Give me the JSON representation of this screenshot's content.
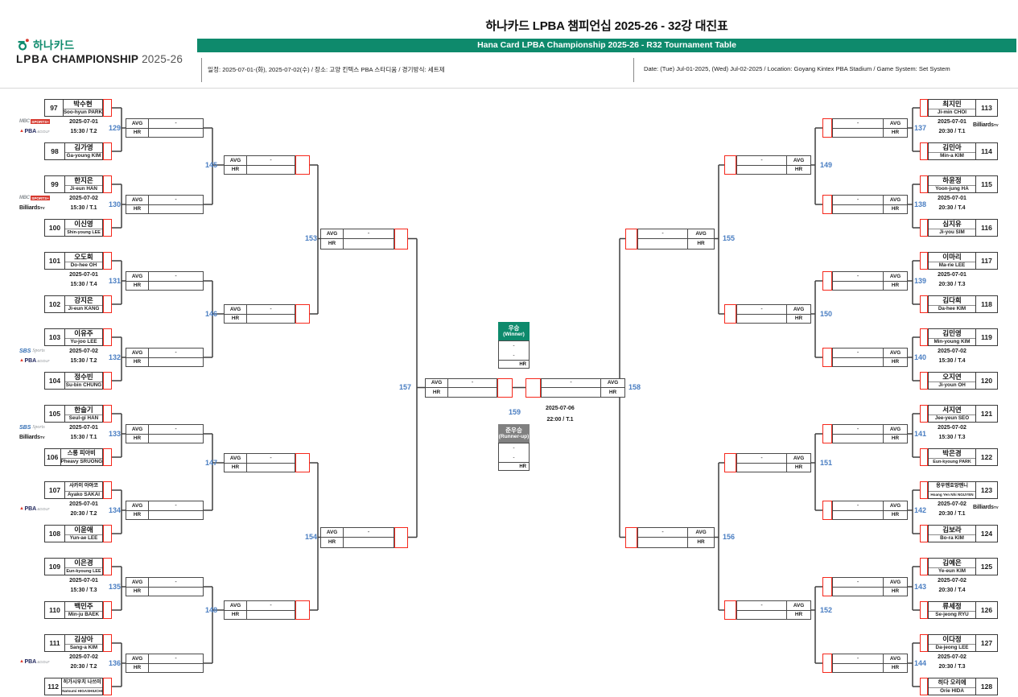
{
  "header": {
    "title_ko": "하나카드 LPBA 챔피언십 2025-26 - 32강 대진표",
    "title_en": "Hana Card LPBA Championship 2025-26 - R32 Tournament Table",
    "info_ko": "일정: 2025-07-01-(화), 2025-07-02(수) / 장소: 고양 킨텍스 PBA 스타디움 / 경기방식: 세트제",
    "info_en": "Date: (Tue) Jul-01-2025, (Wed) Jul-02-2025 / Location: Goyang Kintex PBA Stadium / Game System: Set System",
    "logo": {
      "brand": "하나카드",
      "line2_a": "LPBA",
      "line2_b": "CHAMPIONSHIP",
      "line2_c": "2025-26"
    }
  },
  "labels": {
    "avg": "AVG",
    "hr": "HR",
    "dash": "-"
  },
  "colors": {
    "green": "#0e8a6c",
    "gray": "#808080",
    "blue": "#4a7ec2",
    "red": "#f5281c",
    "mbc_red": "#d6392f",
    "sbs_blue": "#2f6cb3",
    "pba_navy": "#20265c"
  },
  "tv": {
    "mbc": {
      "name": "MBC SPORTS+",
      "p1": "MBC",
      "p2": "SPORTS+"
    },
    "pba": {
      "name": "PBA & GOLF",
      "p1": "PBA",
      "p2": "&GOLF"
    },
    "sbs": {
      "name": "SBS Sports",
      "p1": "SBS",
      "p2": "Sports"
    },
    "btv": {
      "name": "Billiards TV",
      "p1": "Billiards",
      "p2": "TV"
    }
  },
  "bracket": {
    "left_r32": [
      {
        "no": "129",
        "date": "2025-07-01",
        "time": "15:30 / T.2",
        "tv": [
          "mbc",
          "pba"
        ],
        "p1": {
          "no": "97",
          "ko": "박수현",
          "en": "Soo-hyun PARK"
        },
        "p2": {
          "no": "98",
          "ko": "김가영",
          "en": "Ga-young KIM"
        }
      },
      {
        "no": "130",
        "date": "2025-07-02",
        "time": "15:30 / T.1",
        "tv": [
          "mbc",
          "btv"
        ],
        "p1": {
          "no": "99",
          "ko": "한지은",
          "en": "Ji-eun HAN"
        },
        "p2": {
          "no": "100",
          "ko": "이신영",
          "en": "Shin-young LEE"
        }
      },
      {
        "no": "131",
        "date": "2025-07-01",
        "time": "15:30 / T.4",
        "tv": [],
        "p1": {
          "no": "101",
          "ko": "오도희",
          "en": "Do-hee OH"
        },
        "p2": {
          "no": "102",
          "ko": "강지은",
          "en": "Ji-eun KANG"
        }
      },
      {
        "no": "132",
        "date": "2025-07-02",
        "time": "15:30 / T.2",
        "tv": [
          "sbs",
          "pba"
        ],
        "p1": {
          "no": "103",
          "ko": "이유주",
          "en": "Yu-joo LEE"
        },
        "p2": {
          "no": "104",
          "ko": "정수빈",
          "en": "Su-bin CHUNG"
        }
      },
      {
        "no": "133",
        "date": "2025-07-01",
        "time": "15:30 / T.1",
        "tv": [
          "sbs",
          "btv"
        ],
        "p1": {
          "no": "105",
          "ko": "한슬기",
          "en": "Seul-gi HAN"
        },
        "p2": {
          "no": "106",
          "ko": "스롱 피아비",
          "en": "Pheavy SRUONG"
        }
      },
      {
        "no": "134",
        "date": "2025-07-01",
        "time": "20:30 / T.2",
        "tv": [
          "pba"
        ],
        "p1": {
          "no": "107",
          "ko": "사카이 아야코",
          "en": "Ayako SAKAI"
        },
        "p2": {
          "no": "108",
          "ko": "이윤애",
          "en": "Yun-ae LEE"
        }
      },
      {
        "no": "135",
        "date": "2025-07-01",
        "time": "15:30 / T.3",
        "tv": [],
        "p1": {
          "no": "109",
          "ko": "이은경",
          "en": "Eun-kyoung LEE"
        },
        "p2": {
          "no": "110",
          "ko": "백민주",
          "en": "Min-ju BAEK"
        }
      },
      {
        "no": "136",
        "date": "2025-07-02",
        "time": "20:30 / T.2",
        "tv": [
          "pba"
        ],
        "p1": {
          "no": "111",
          "ko": "김상아",
          "en": "Sang-a KIM"
        },
        "p2": {
          "no": "112",
          "ko": "히가시우치 나쓰미",
          "en": "Natsumi HIGASHIUCHI"
        }
      }
    ],
    "right_r32": [
      {
        "no": "137",
        "date": "2025-07-01",
        "time": "20:30 / T.1",
        "tv": [
          "btv"
        ],
        "p1": {
          "no": "113",
          "ko": "최지민",
          "en": "Ji-min CHOI"
        },
        "p2": {
          "no": "114",
          "ko": "김민아",
          "en": "Min-a KIM"
        }
      },
      {
        "no": "138",
        "date": "2025-07-01",
        "time": "20:30 / T.4",
        "tv": [],
        "p1": {
          "no": "115",
          "ko": "하윤정",
          "en": "Yoon-jung HA"
        },
        "p2": {
          "no": "116",
          "ko": "심지유",
          "en": "Ji-you SIM"
        }
      },
      {
        "no": "139",
        "date": "2025-07-01",
        "time": "20:30 / T.3",
        "tv": [],
        "p1": {
          "no": "117",
          "ko": "이마리",
          "en": "Ma-rie LEE"
        },
        "p2": {
          "no": "118",
          "ko": "김다희",
          "en": "Da-hee KIM"
        }
      },
      {
        "no": "140",
        "date": "2025-07-02",
        "time": "15:30 / T.4",
        "tv": [],
        "p1": {
          "no": "119",
          "ko": "김민영",
          "en": "Min-young KIM"
        },
        "p2": {
          "no": "120",
          "ko": "오지연",
          "en": "Ji-youn OH"
        }
      },
      {
        "no": "141",
        "date": "2025-07-02",
        "time": "15:30 / T.3",
        "tv": [],
        "p1": {
          "no": "121",
          "ko": "서지연",
          "en": "Jee-yeun SEO"
        },
        "p2": {
          "no": "122",
          "ko": "박은경",
          "en": "Eun-kyoung PARK"
        }
      },
      {
        "no": "142",
        "date": "2025-07-02",
        "time": "20:30 / T.1",
        "tv": [
          "btv"
        ],
        "p1": {
          "no": "123",
          "ko": "응우옌호앙옌니",
          "en": "Hoang Yen Nhi NGUYEN"
        },
        "p2": {
          "no": "124",
          "ko": "김보라",
          "en": "Bo-ra KIM"
        }
      },
      {
        "no": "143",
        "date": "2025-07-02",
        "time": "20:30 / T.4",
        "tv": [],
        "p1": {
          "no": "125",
          "ko": "김예은",
          "en": "Ye-eun KIM"
        },
        "p2": {
          "no": "126",
          "ko": "류세정",
          "en": "Se-jeong RYU"
        }
      },
      {
        "no": "144",
        "date": "2025-07-02",
        "time": "20:30 / T.3",
        "tv": [],
        "p1": {
          "no": "127",
          "ko": "이다정",
          "en": "Da-jeong LEE"
        },
        "p2": {
          "no": "128",
          "ko": "히다 오리에",
          "en": "Orie HIDA"
        }
      }
    ],
    "left_r16": [
      "145",
      "146",
      "147",
      "148"
    ],
    "right_r16": [
      "149",
      "150",
      "151",
      "152"
    ],
    "left_qf": [
      "153",
      "154"
    ],
    "right_qf": [
      "155",
      "156"
    ],
    "left_sf": "157",
    "right_sf": "158",
    "final": {
      "no": "159",
      "date": "2025-07-06",
      "time": "22:00 / T.1"
    }
  },
  "winner": {
    "title_ko": "우승",
    "title_en": "(Winner)",
    "rows": [
      "-",
      "-"
    ]
  },
  "runnerup": {
    "title_ko": "준우승",
    "title_en": "(Runner-up)",
    "rows": [
      "-",
      "-"
    ]
  }
}
